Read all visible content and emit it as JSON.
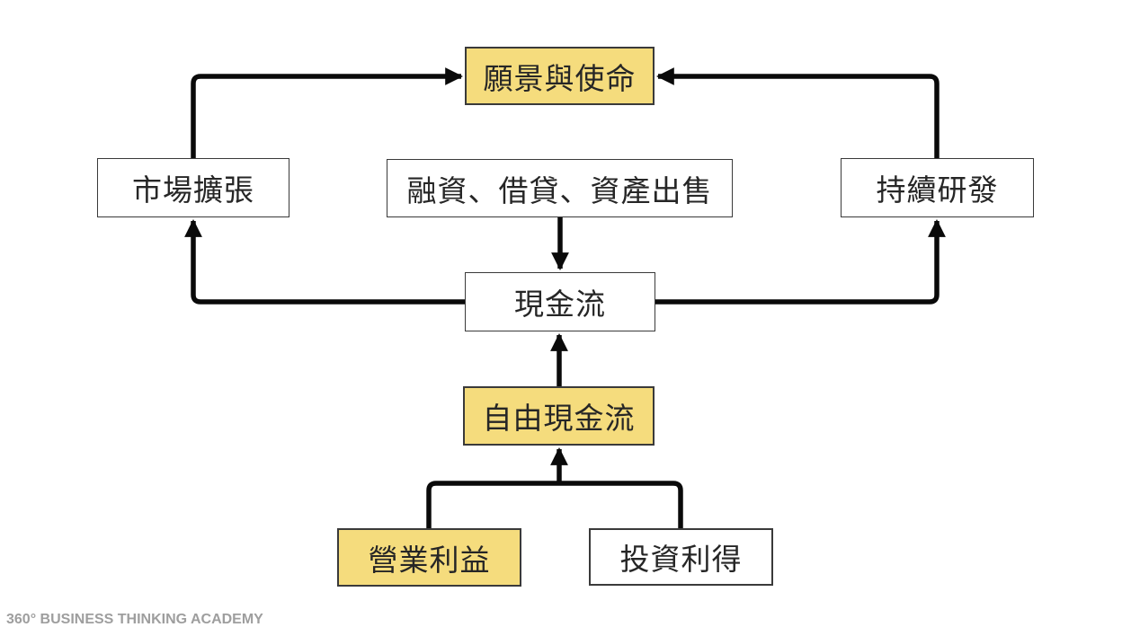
{
  "diagram": {
    "nodes": [
      {
        "id": "vision-mission",
        "label": "願景與使命",
        "emphasis": "yellow"
      },
      {
        "id": "market-expansion",
        "label": "市場擴張",
        "emphasis": "white"
      },
      {
        "id": "financing",
        "label": "融資、借貸、資產出售",
        "emphasis": "white"
      },
      {
        "id": "continuous-rnd",
        "label": "持續研發",
        "emphasis": "white"
      },
      {
        "id": "cash-flow",
        "label": "現金流",
        "emphasis": "white"
      },
      {
        "id": "free-cash-flow",
        "label": "自由現金流",
        "emphasis": "yellow"
      },
      {
        "id": "operating-profit",
        "label": "營業利益",
        "emphasis": "yellow"
      },
      {
        "id": "investment-gains",
        "label": "投資利得",
        "emphasis": "white"
      }
    ],
    "edges": [
      {
        "from": "market-expansion",
        "to": "vision-mission"
      },
      {
        "from": "continuous-rnd",
        "to": "vision-mission"
      },
      {
        "from": "financing",
        "to": "cash-flow"
      },
      {
        "from": "cash-flow",
        "to": "market-expansion"
      },
      {
        "from": "cash-flow",
        "to": "continuous-rnd"
      },
      {
        "from": "free-cash-flow",
        "to": "cash-flow"
      },
      {
        "from": "operating-profit",
        "to": "free-cash-flow"
      },
      {
        "from": "investment-gains",
        "to": "free-cash-flow"
      }
    ]
  },
  "footer": {
    "watermark": "360° BUSINESS THINKING ACADEMY"
  },
  "colors": {
    "highlight": "#F5DC7D",
    "box": "#FFFFFF",
    "border": "#3A3A3A",
    "arrow": "#0A0A0A",
    "watermark": "#9E9E9E",
    "background": "#FFFFFF"
  }
}
